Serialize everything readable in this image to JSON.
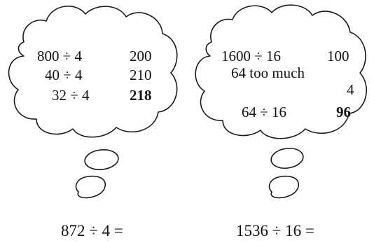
{
  "left_bubble": {
    "rows": [
      {
        "expression": "800 ÷ 4",
        "value": "200",
        "bold": false
      },
      {
        "expression": "40 ÷ 4",
        "value": "210",
        "bold": false
      },
      {
        "expression": "32 ÷ 4",
        "value": "218",
        "bold": true
      }
    ],
    "problem": "872 ÷ 4 ="
  },
  "right_bubble": {
    "line1_expression": "1600 ÷ 16",
    "line1_value": "100",
    "note": "64 too much",
    "note_value": "4",
    "line3_expression": "64 ÷ 16",
    "line3_value": "96",
    "problem": "1536 ÷ 16 ="
  }
}
